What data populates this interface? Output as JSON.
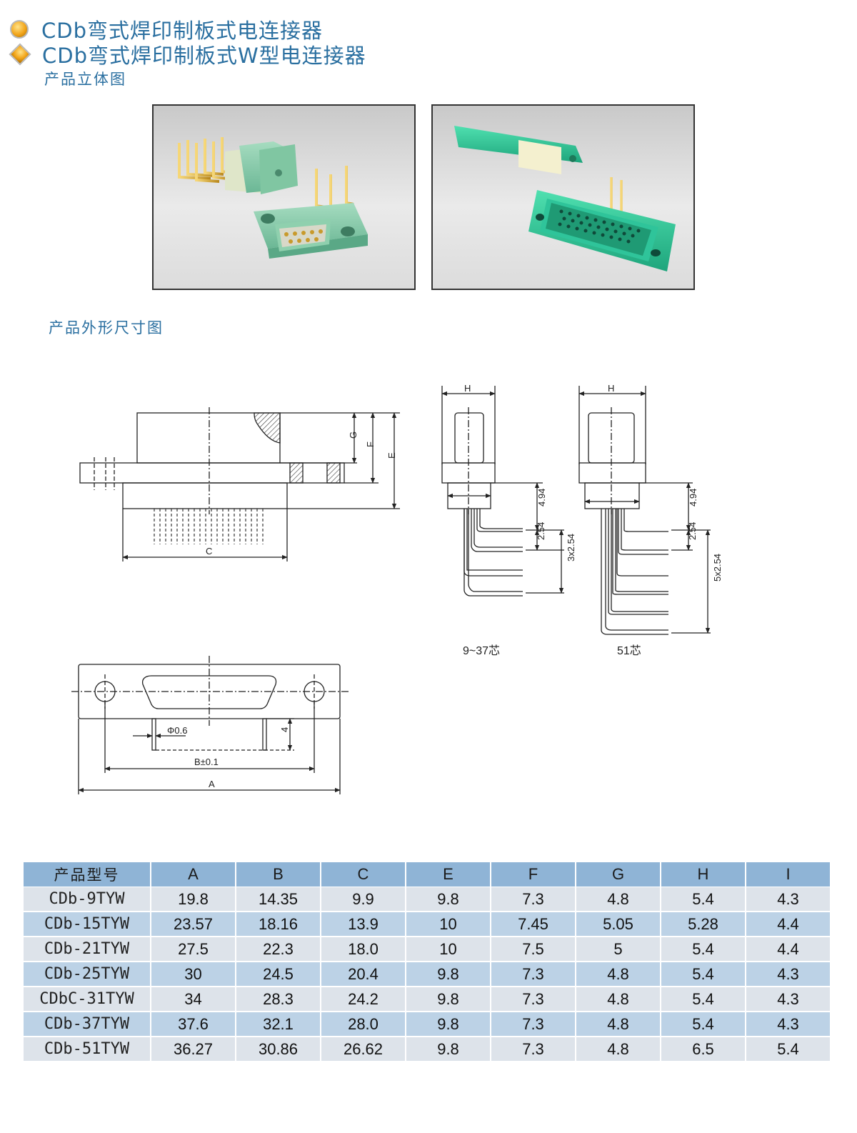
{
  "titles": {
    "line1": "CDb弯式焊印制板式电连接器",
    "line2": "CDb弯式焊印制板式W型电连接器",
    "section_3d": "产品立体图",
    "section_dims": "产品外形尺寸图"
  },
  "drawing_labels": {
    "dim_G": "G",
    "dim_F": "F",
    "dim_E": "E",
    "dim_C": "C",
    "dim_H": "H",
    "dim_494": "4.94",
    "dim_254": "2.54",
    "dim_3x254": "3x2.54",
    "dim_5x254": "5x2.54",
    "caption_937": "9~37芯",
    "caption_51": "51芯",
    "dim_phi": "Φ0.6",
    "dim_4": "4",
    "dim_B": "B±0.1",
    "dim_A": "A"
  },
  "table": {
    "headers": [
      "产品型号",
      "A",
      "B",
      "C",
      "E",
      "F",
      "G",
      "H",
      "I"
    ],
    "rows": [
      [
        "CDb-9TYW",
        "19.8",
        "14.35",
        "9.9",
        "9.8",
        "7.3",
        "4.8",
        "5.4",
        "4.3"
      ],
      [
        "CDb-15TYW",
        "23.57",
        "18.16",
        "13.9",
        "10",
        "7.45",
        "5.05",
        "5.28",
        "4.4"
      ],
      [
        "CDb-21TYW",
        "27.5",
        "22.3",
        "18.0",
        "10",
        "7.5",
        "5",
        "5.4",
        "4.4"
      ],
      [
        "CDb-25TYW",
        "30",
        "24.5",
        "20.4",
        "9.8",
        "7.3",
        "4.8",
        "5.4",
        "4.3"
      ],
      [
        "CDbC-31TYW",
        "34",
        "28.3",
        "24.2",
        "9.8",
        "7.3",
        "4.8",
        "5.4",
        "4.3"
      ],
      [
        "CDb-37TYW",
        "37.6",
        "32.1",
        "28.0",
        "9.8",
        "7.3",
        "4.8",
        "5.4",
        "4.3"
      ],
      [
        "CDb-51TYW",
        "36.27",
        "30.86",
        "26.62",
        "9.8",
        "7.3",
        "4.8",
        "6.5",
        "5.4"
      ]
    ]
  },
  "colors": {
    "title": "#2a6fa0",
    "header_bg": "#8fb4d6",
    "row_odd": "#dde3ea",
    "row_even": "#bcd2e6",
    "connector_body": "#7fc9a7",
    "connector_teal": "#2fc49a",
    "pins": "#d4a12a"
  }
}
